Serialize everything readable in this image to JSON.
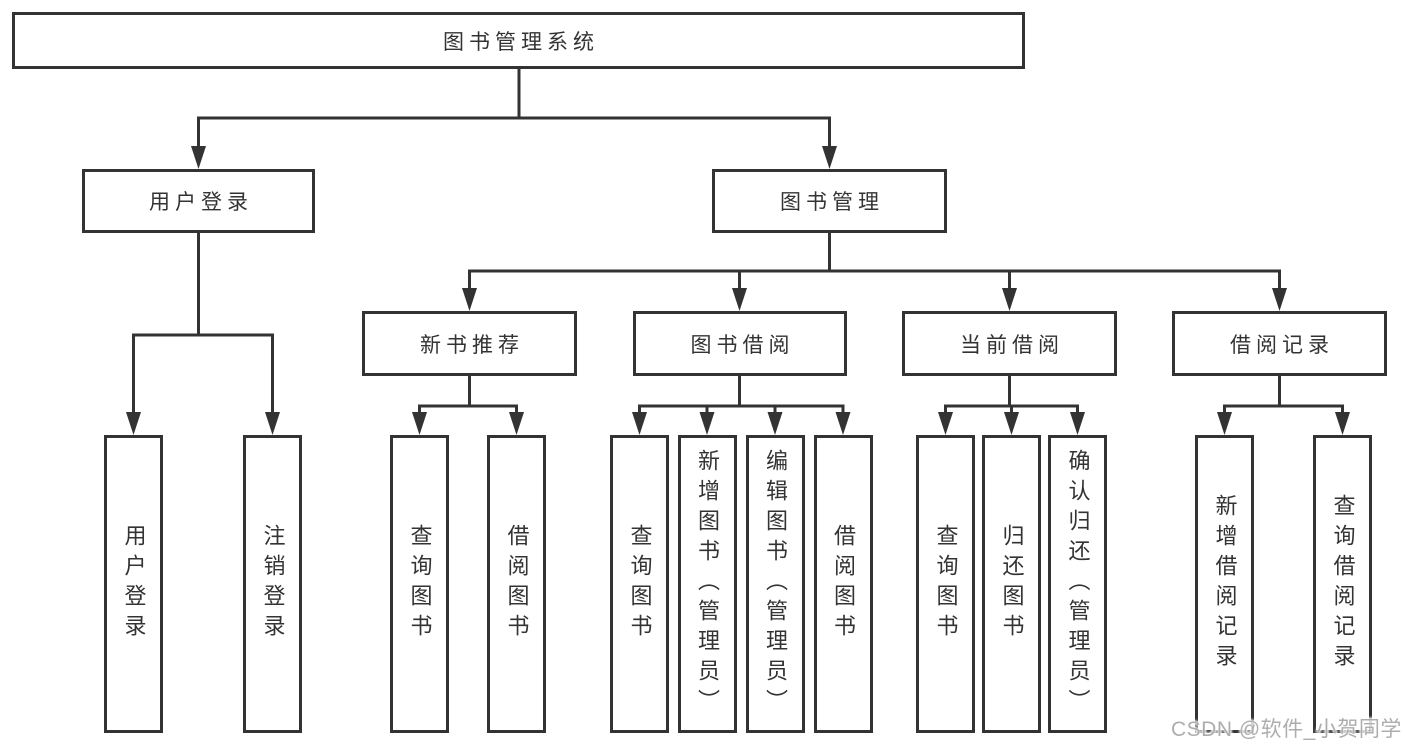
{
  "diagram_type": "hierarchy-tree",
  "colors": {
    "line": "#333333",
    "node_border": "#333333",
    "text": "#333333",
    "background": "#ffffff",
    "watermark_text": "#adadad"
  },
  "watermark": {
    "text": "CSDN @软件_小贺同学"
  },
  "tree": {
    "label": "图书管理系统",
    "children": [
      {
        "label": "用户登录",
        "children": [
          {
            "label": "用户登录"
          },
          {
            "label": "注销登录"
          }
        ]
      },
      {
        "label": "图书管理",
        "children": [
          {
            "label": "新书推荐",
            "children": [
              {
                "label": "查询图书"
              },
              {
                "label": "借阅图书"
              }
            ]
          },
          {
            "label": "图书借阅",
            "children": [
              {
                "label": "查询图书"
              },
              {
                "label": "新增图书（管理员）"
              },
              {
                "label": "编辑图书（管理员）"
              },
              {
                "label": "借阅图书"
              }
            ]
          },
          {
            "label": "当前借阅",
            "children": [
              {
                "label": "查询图书"
              },
              {
                "label": "归还图书"
              },
              {
                "label": "确认归还（管理员）"
              }
            ]
          },
          {
            "label": "借阅记录",
            "children": [
              {
                "label": "新增借阅记录"
              },
              {
                "label": "查询借阅记录"
              }
            ]
          }
        ]
      }
    ]
  }
}
